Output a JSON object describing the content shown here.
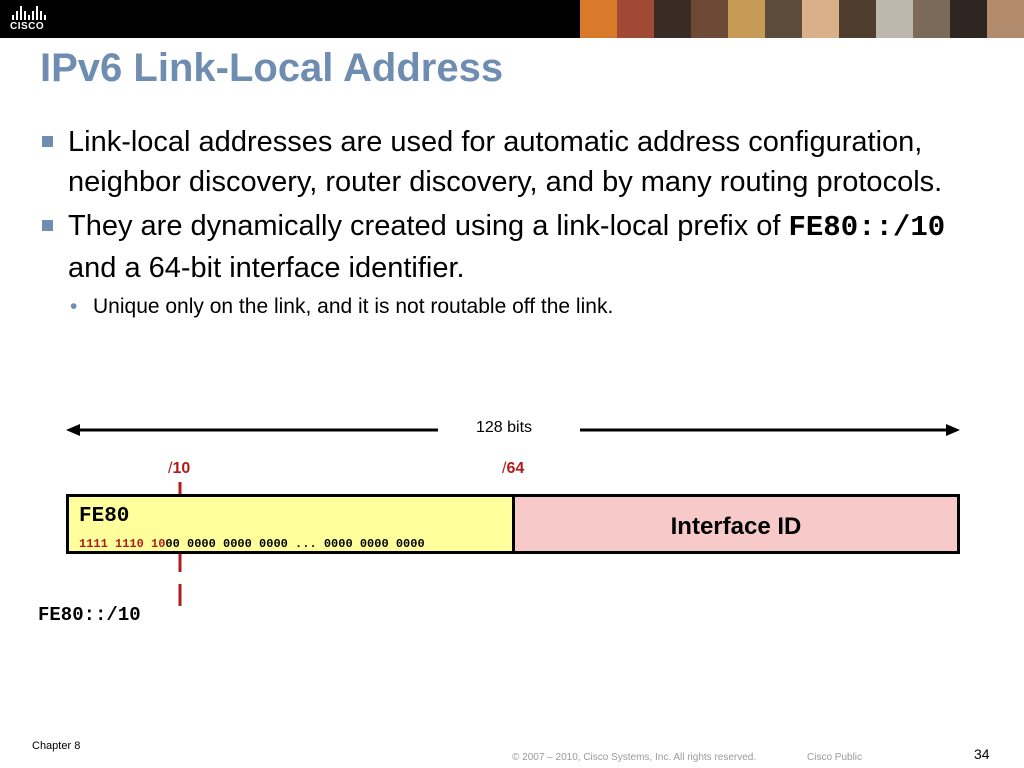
{
  "header": {
    "logo_text": "CISCO",
    "photo_colors": [
      "#d87a2a",
      "#a04a36",
      "#3a2c24",
      "#6c4a36",
      "#c79a56",
      "#5b4c3c",
      "#d9b08a",
      "#4f3d30",
      "#bcb8ae",
      "#7a6a58",
      "#2d2620",
      "#b28a6c"
    ]
  },
  "slide": {
    "title": "IPv6 Link-Local Address",
    "bullets": [
      "Link-local addresses are used for automatic address configuration, neighbor discovery, router discovery, and by many routing protocols.",
      {
        "before": "They are dynamically created using a link-local prefix of ",
        "code": "FE80::/10",
        "after": " and a 64-bit interface identifier."
      }
    ],
    "sub_bullet": "Unique only on the link, and it is not routable off the link."
  },
  "diagram": {
    "total_bits_label": "128 bits",
    "marker_10": {
      "slash": "/",
      "num": "10"
    },
    "marker_64": {
      "slash": "/",
      "num": "64"
    },
    "prefix_hex": "FE80",
    "binary_red": "1111 1110 10",
    "binary_rest": "00 0000 0000 0000 ... 0000 0000 0000",
    "interface_id_label": "Interface ID",
    "prefix_notation": "FE80::/10"
  },
  "colors": {
    "title_blue": "#6f8db1",
    "prefix_fill": "#ffff9c",
    "interface_fill": "#f7c9c9",
    "marker_red": "#b01c1c"
  },
  "footer": {
    "chapter": "Chapter 8",
    "copyright": "© 2007 – 2010, Cisco Systems, Inc. All rights reserved.",
    "classification": "Cisco Public",
    "page_number": "34"
  }
}
